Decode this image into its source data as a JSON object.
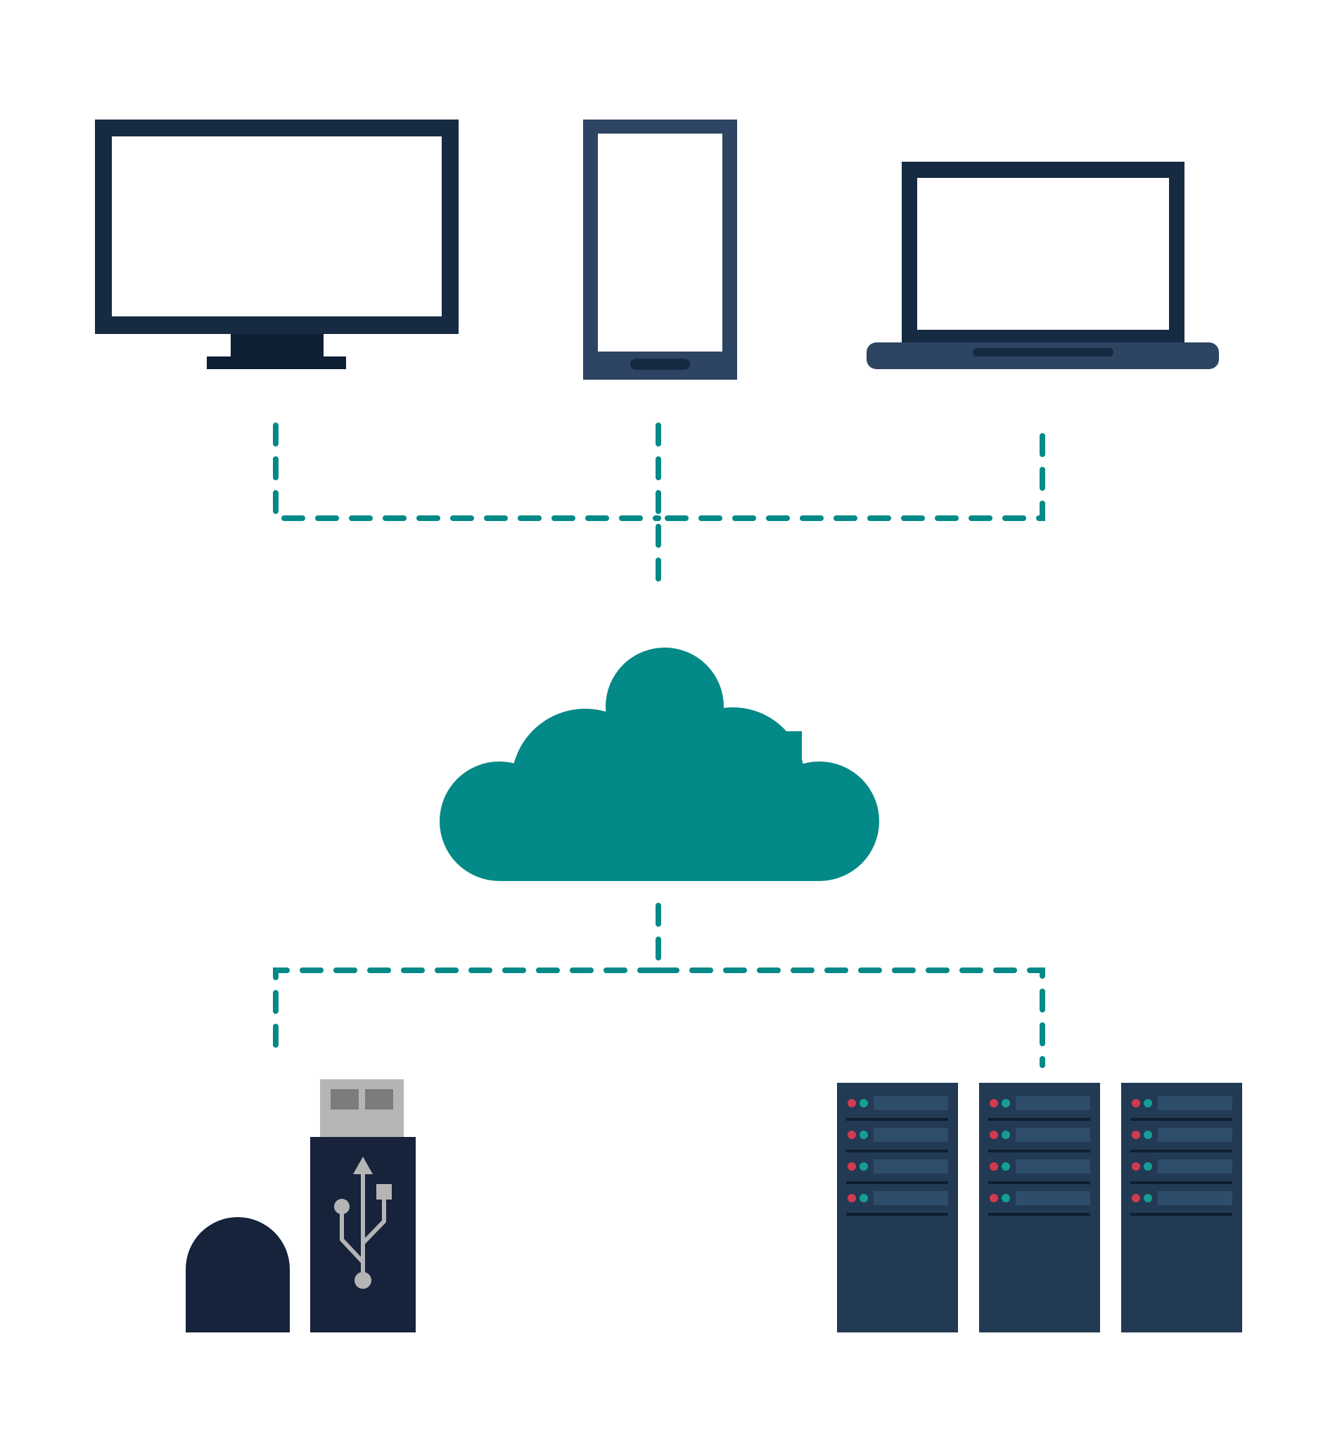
{
  "diagram": {
    "nodes": [
      {
        "id": "monitor",
        "icon": "desktop-monitor-icon"
      },
      {
        "id": "tablet",
        "icon": "tablet-icon"
      },
      {
        "id": "laptop",
        "icon": "laptop-icon"
      },
      {
        "id": "cloud",
        "icon": "cloud-icon"
      },
      {
        "id": "usb",
        "icon": "usb-flash-drive-icon"
      },
      {
        "id": "servers",
        "icon": "server-rack-icon"
      }
    ],
    "edges": [
      {
        "from": "monitor",
        "to": "cloud",
        "style": "dashed"
      },
      {
        "from": "tablet",
        "to": "cloud",
        "style": "dashed"
      },
      {
        "from": "laptop",
        "to": "cloud",
        "style": "dashed"
      },
      {
        "from": "cloud",
        "to": "usb",
        "style": "dashed"
      },
      {
        "from": "cloud",
        "to": "servers",
        "style": "dashed"
      }
    ]
  },
  "colors": {
    "background": "#ffffff",
    "teal": "#038987",
    "navy_dark": "#162a42",
    "navy_mid": "#2d4463",
    "monitor_stand": "#0e1e33",
    "usb_body": "#16233b",
    "usb_plug": "#b5b5b6",
    "usb_plug_hole": "#7c7c7d",
    "server_body": "#223a54",
    "server_bay": "#2e4d6b",
    "server_line": "#101e31",
    "led_red": "#d13a4f",
    "led_teal": "#169e94"
  }
}
